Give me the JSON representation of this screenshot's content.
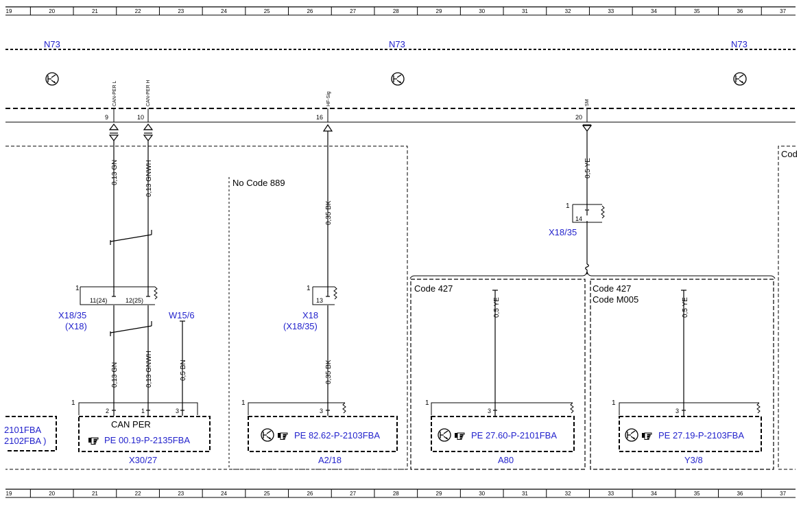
{
  "ruler": [
    "19",
    "20",
    "21",
    "22",
    "23",
    "24",
    "25",
    "26",
    "27",
    "28",
    "29",
    "30",
    "31",
    "32",
    "33",
    "34",
    "35",
    "36",
    "37"
  ],
  "ecu": {
    "label": "N73"
  },
  "pins": {
    "can_l": {
      "number": "9",
      "signal": "CAN-PER L"
    },
    "can_h": {
      "number": "10",
      "signal": "CAN-PER H"
    },
    "hf": {
      "number": "16",
      "signal": "HF-Sig"
    },
    "sm": {
      "number": "20",
      "signal": "SM"
    }
  },
  "wires": {
    "can_l_top": "0,13 GN",
    "can_h_top": "0,13 GNWH",
    "can_l_bottom": "0,13 GN",
    "can_h_bottom": "0,13 GNWH",
    "w15": "0,5 BN",
    "hf_top": "0,35 BK",
    "hf_bottom": "0,35 BK",
    "sm_top": "0,5 YE",
    "a80": "0,5 YE",
    "y3": "0,5 YE"
  },
  "connectors": {
    "x18_35_left": {
      "one": "1",
      "pin_a": "11(24)",
      "pin_b": "12(25)",
      "label": "X18/35",
      "sub": "(X18)"
    },
    "w15_6": {
      "label": "W15/6"
    },
    "x18_mid": {
      "one": "1",
      "pin": "13",
      "label": "X18",
      "sub": "(X18/35)"
    },
    "x18_35_right": {
      "one": "1",
      "pin": "14",
      "label": "X18/35"
    }
  },
  "codes": {
    "no_889": "No Code 889",
    "c427_a": "Code 427",
    "c427_b": "Code 427",
    "m005": "Code M005",
    "right_cut": "Cod"
  },
  "components": {
    "left_cut": {
      "line1": "2101FBA",
      "line2": "2102FBA  )"
    },
    "x30_27": {
      "one": "1",
      "pin_a": "2",
      "pin_b": "1",
      "pin_c": "3",
      "title": "CAN PER",
      "ref": "PE 00.19-P-2135FBA",
      "label": "X30/27"
    },
    "a2_18": {
      "one": "1",
      "pin": "3",
      "ref": "PE 82.62-P-2103FBA",
      "label": "A2/18"
    },
    "a80": {
      "one": "1",
      "pin": "3",
      "ref": "PE 27.60-P-2101FBA",
      "label": "A80"
    },
    "y3_8": {
      "one": "1",
      "pin": "3",
      "ref": "PE 27.19-P-2103FBA",
      "label": "Y3/8"
    }
  },
  "icons": {
    "ground": "ground-transistor-icon",
    "pointer": "pointing-hand-icon"
  },
  "colors": {
    "link": "#2222cc",
    "line": "#000000"
  }
}
